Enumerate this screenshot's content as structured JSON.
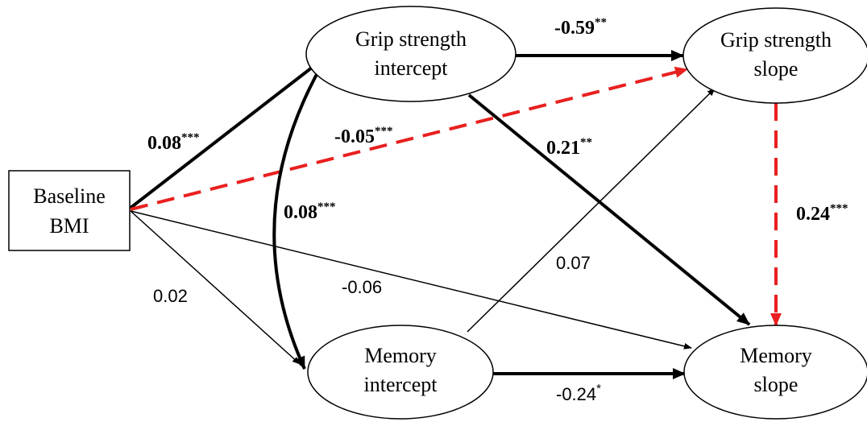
{
  "nodes": {
    "baseline_bmi": {
      "line1": "Baseline",
      "line2": "BMI"
    },
    "grip_intercept": {
      "line1": "Grip strength",
      "line2": "intercept"
    },
    "grip_slope": {
      "line1": "Grip strength",
      "line2": "slope"
    },
    "memory_intercept": {
      "line1": "Memory",
      "line2": "intercept"
    },
    "memory_slope": {
      "line1": "Memory",
      "line2": "slope"
    }
  },
  "paths": {
    "bmi_to_grip_intercept": {
      "value": "0.08",
      "stars": "***"
    },
    "bmi_to_grip_slope": {
      "value": "-0.05",
      "stars": "***"
    },
    "grip_memory_covariance": {
      "value": "0.08",
      "stars": "***"
    },
    "bmi_to_memory_intercept": {
      "value": "0.02",
      "stars": ""
    },
    "bmi_to_memory_slope": {
      "value": "-0.06",
      "stars": ""
    },
    "grip_intercept_to_grip_slope": {
      "value": "-0.59",
      "stars": "**"
    },
    "grip_intercept_to_memory_slope": {
      "value": "0.21",
      "stars": "**"
    },
    "memory_intercept_to_grip_slope": {
      "value": "0.07",
      "stars": ""
    },
    "memory_intercept_to_memory_slope": {
      "value": "-0.24",
      "stars": "*"
    },
    "grip_slope_to_memory_slope": {
      "value": "0.24",
      "stars": "***"
    }
  },
  "colors": {
    "solid": "#000000",
    "dashed": "#e8201f"
  }
}
